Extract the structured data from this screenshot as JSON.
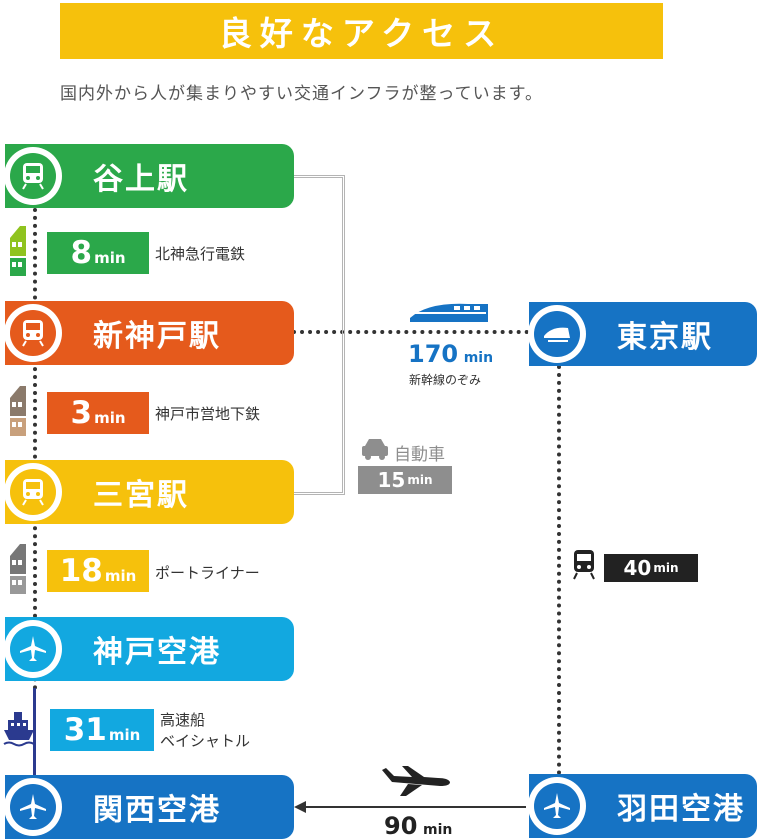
{
  "title": "良好なアクセス",
  "subtitle": "国内外から人が集まりやすい交通インフラが整っています。",
  "stations": {
    "tanigami": "谷上駅",
    "shinkobe": "新神戸駅",
    "sannomiya": "三宮駅",
    "kobe_airport": "神戸空港",
    "kansai_airport": "関西空港",
    "tokyo": "東京駅",
    "haneda": "羽田空港"
  },
  "segments": {
    "hokushin": {
      "num": "8",
      "unit": "min",
      "name": "北神急行電鉄"
    },
    "subway": {
      "num": "3",
      "unit": "min",
      "name": "神戸市営地下鉄"
    },
    "portliner": {
      "num": "18",
      "unit": "min",
      "name": "ポートライナー"
    },
    "ferry": {
      "num": "31",
      "unit": "min",
      "name_line1": "高速船",
      "name_line2": "ベイシャトル"
    },
    "car": {
      "label": "自動車",
      "num": "15",
      "unit": "min"
    },
    "shinkansen": {
      "num": "170",
      "unit": "min",
      "name": "新幹線のぞみ"
    },
    "tokyo_haneda": {
      "num": "40",
      "unit": "min"
    },
    "flight": {
      "num": "90",
      "unit": "min"
    }
  },
  "colors": {
    "green": "#2ba84a",
    "orange": "#e55a1c",
    "yellow": "#f6c10c",
    "cyan": "#12a8e0",
    "blue": "#1673c4",
    "gray": "#8e8e8e",
    "dark": "#222222"
  }
}
